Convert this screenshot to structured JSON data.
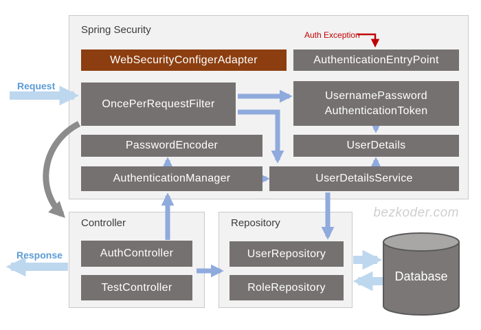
{
  "colors": {
    "box_gray": "#767171",
    "box_brown": "#8C3E10",
    "container_bg": "#F2F2F2",
    "container_border": "#C9C9C9",
    "arrow_blue": "#8FAADC",
    "arrow_light": "#BDD7EE",
    "arrow_gray": "#8C8C8C",
    "exception_red": "#C00000",
    "flow_text_blue": "#5B9BD5",
    "watermark_gray": "#CFCFCF",
    "db_body": "#7B7777",
    "db_top": "#A9A6A6",
    "db_stroke": "#5A5A5A",
    "label_dark": "#3B3B3B"
  },
  "spring_security": {
    "label": "Spring Security",
    "auth_exception_label": "Auth Exception",
    "web_security_configer_adapter": "WebSecurityConfigerAdapter",
    "authentication_entry_point": "AuthenticationEntryPoint",
    "once_per_request_filter": "OncePerRequestFilter",
    "username_password_token_line1": "UsernamePassword",
    "username_password_token_line2": "AuthenticationToken",
    "password_encoder": "PasswordEncoder",
    "user_details": "UserDetails",
    "authentication_manager": "AuthenticationManager",
    "user_details_service": "UserDetailsService"
  },
  "flow_labels": {
    "request": "Request",
    "response": "Response"
  },
  "controller": {
    "label": "Controller",
    "auth_controller": "AuthController",
    "test_controller": "TestController"
  },
  "repository": {
    "label": "Repository",
    "user_repository": "UserRepository",
    "role_repository": "RoleRepository"
  },
  "database": {
    "label": "Database"
  },
  "watermark": "bezkoder.com"
}
